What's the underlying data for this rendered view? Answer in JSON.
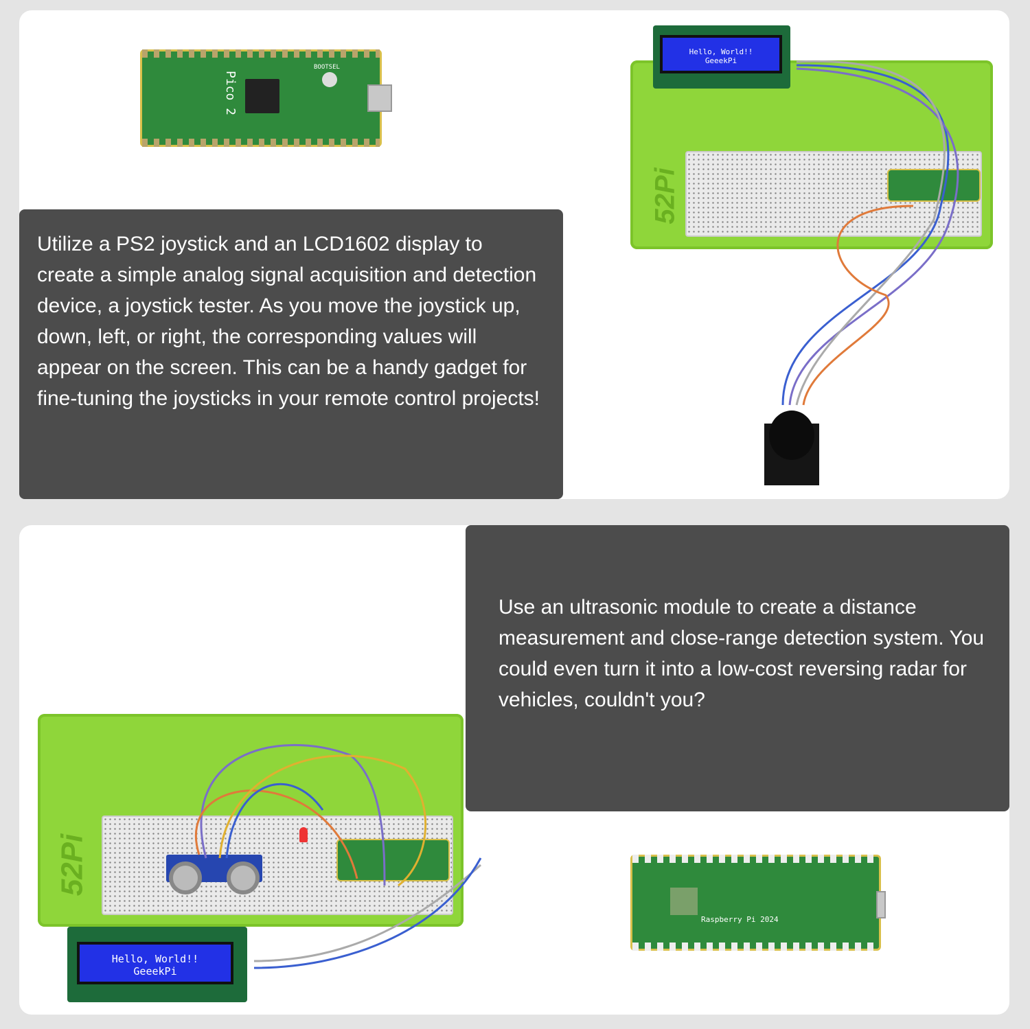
{
  "top_section": {
    "description": "Utilize a PS2 joystick and an LCD1602 display to create a simple analog signal acquisition and detection device, a joystick tester. As you move the joystick up, down, left, or right, the corresponding values will appear on the screen. This can be a handy gadget for fine-tuning the joysticks in your remote control projects!",
    "lcd_line1": "Hello, World!!",
    "lcd_line2": "GeeekPi",
    "board_label": "Pico 2",
    "button_label": "BOOTSEL"
  },
  "bottom_section": {
    "description": "Use an ultrasonic module to create a distance measurement and close-range detection system. You could even turn it into a low-cost reversing radar for vehicles, couldn't you?",
    "lcd_line1": "Hello, World!!",
    "lcd_line2": "GeeekPi",
    "board_back_label": "Raspberry Pi 2024"
  },
  "plate_logo": "52Pi",
  "colors": {
    "background": "#e4e4e4",
    "textbox": "#4c4c4c",
    "plate": "#8fd63a",
    "lcd": "#2231e6",
    "board": "#2f8a3c"
  }
}
